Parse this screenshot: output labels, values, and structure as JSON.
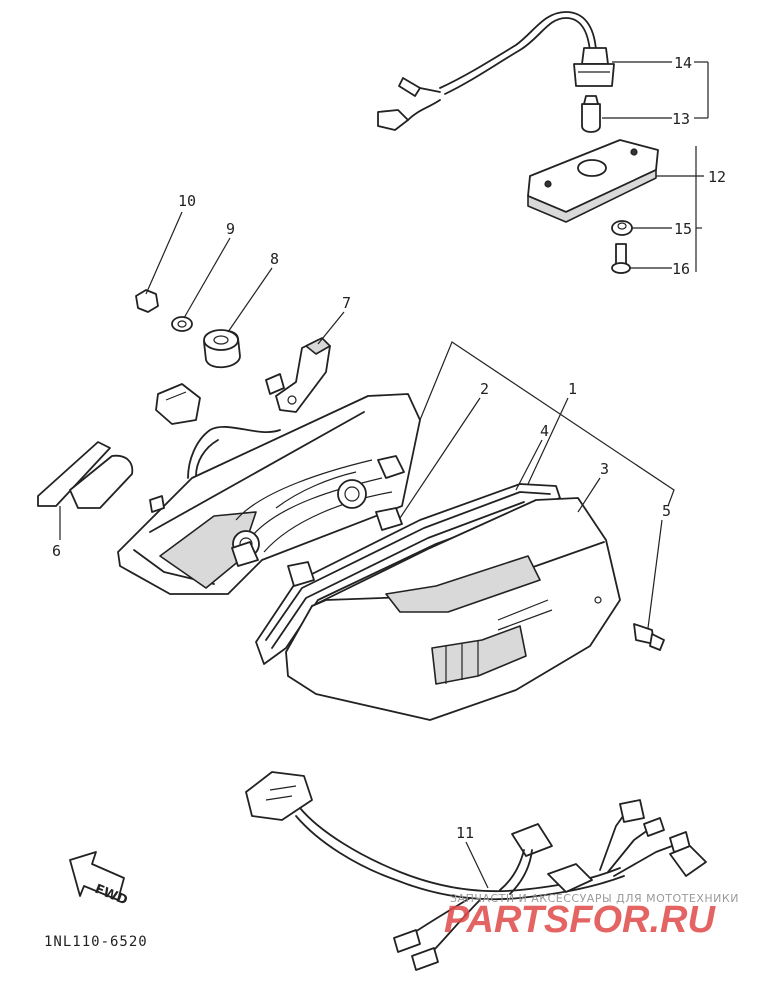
{
  "diagram": {
    "callouts": [
      "1",
      "2",
      "3",
      "4",
      "5",
      "6",
      "7",
      "8",
      "9",
      "10",
      "11",
      "12",
      "13",
      "14",
      "15",
      "16"
    ],
    "direction_label": "FWD",
    "diagram_code": "1NL110-6520"
  },
  "watermark": {
    "line1": "ЗАПЧАСТИ И АКСЕССУАРЫ ДЛЯ МОТОТЕХНИКИ",
    "line2": "PARTSFOR.RU"
  }
}
